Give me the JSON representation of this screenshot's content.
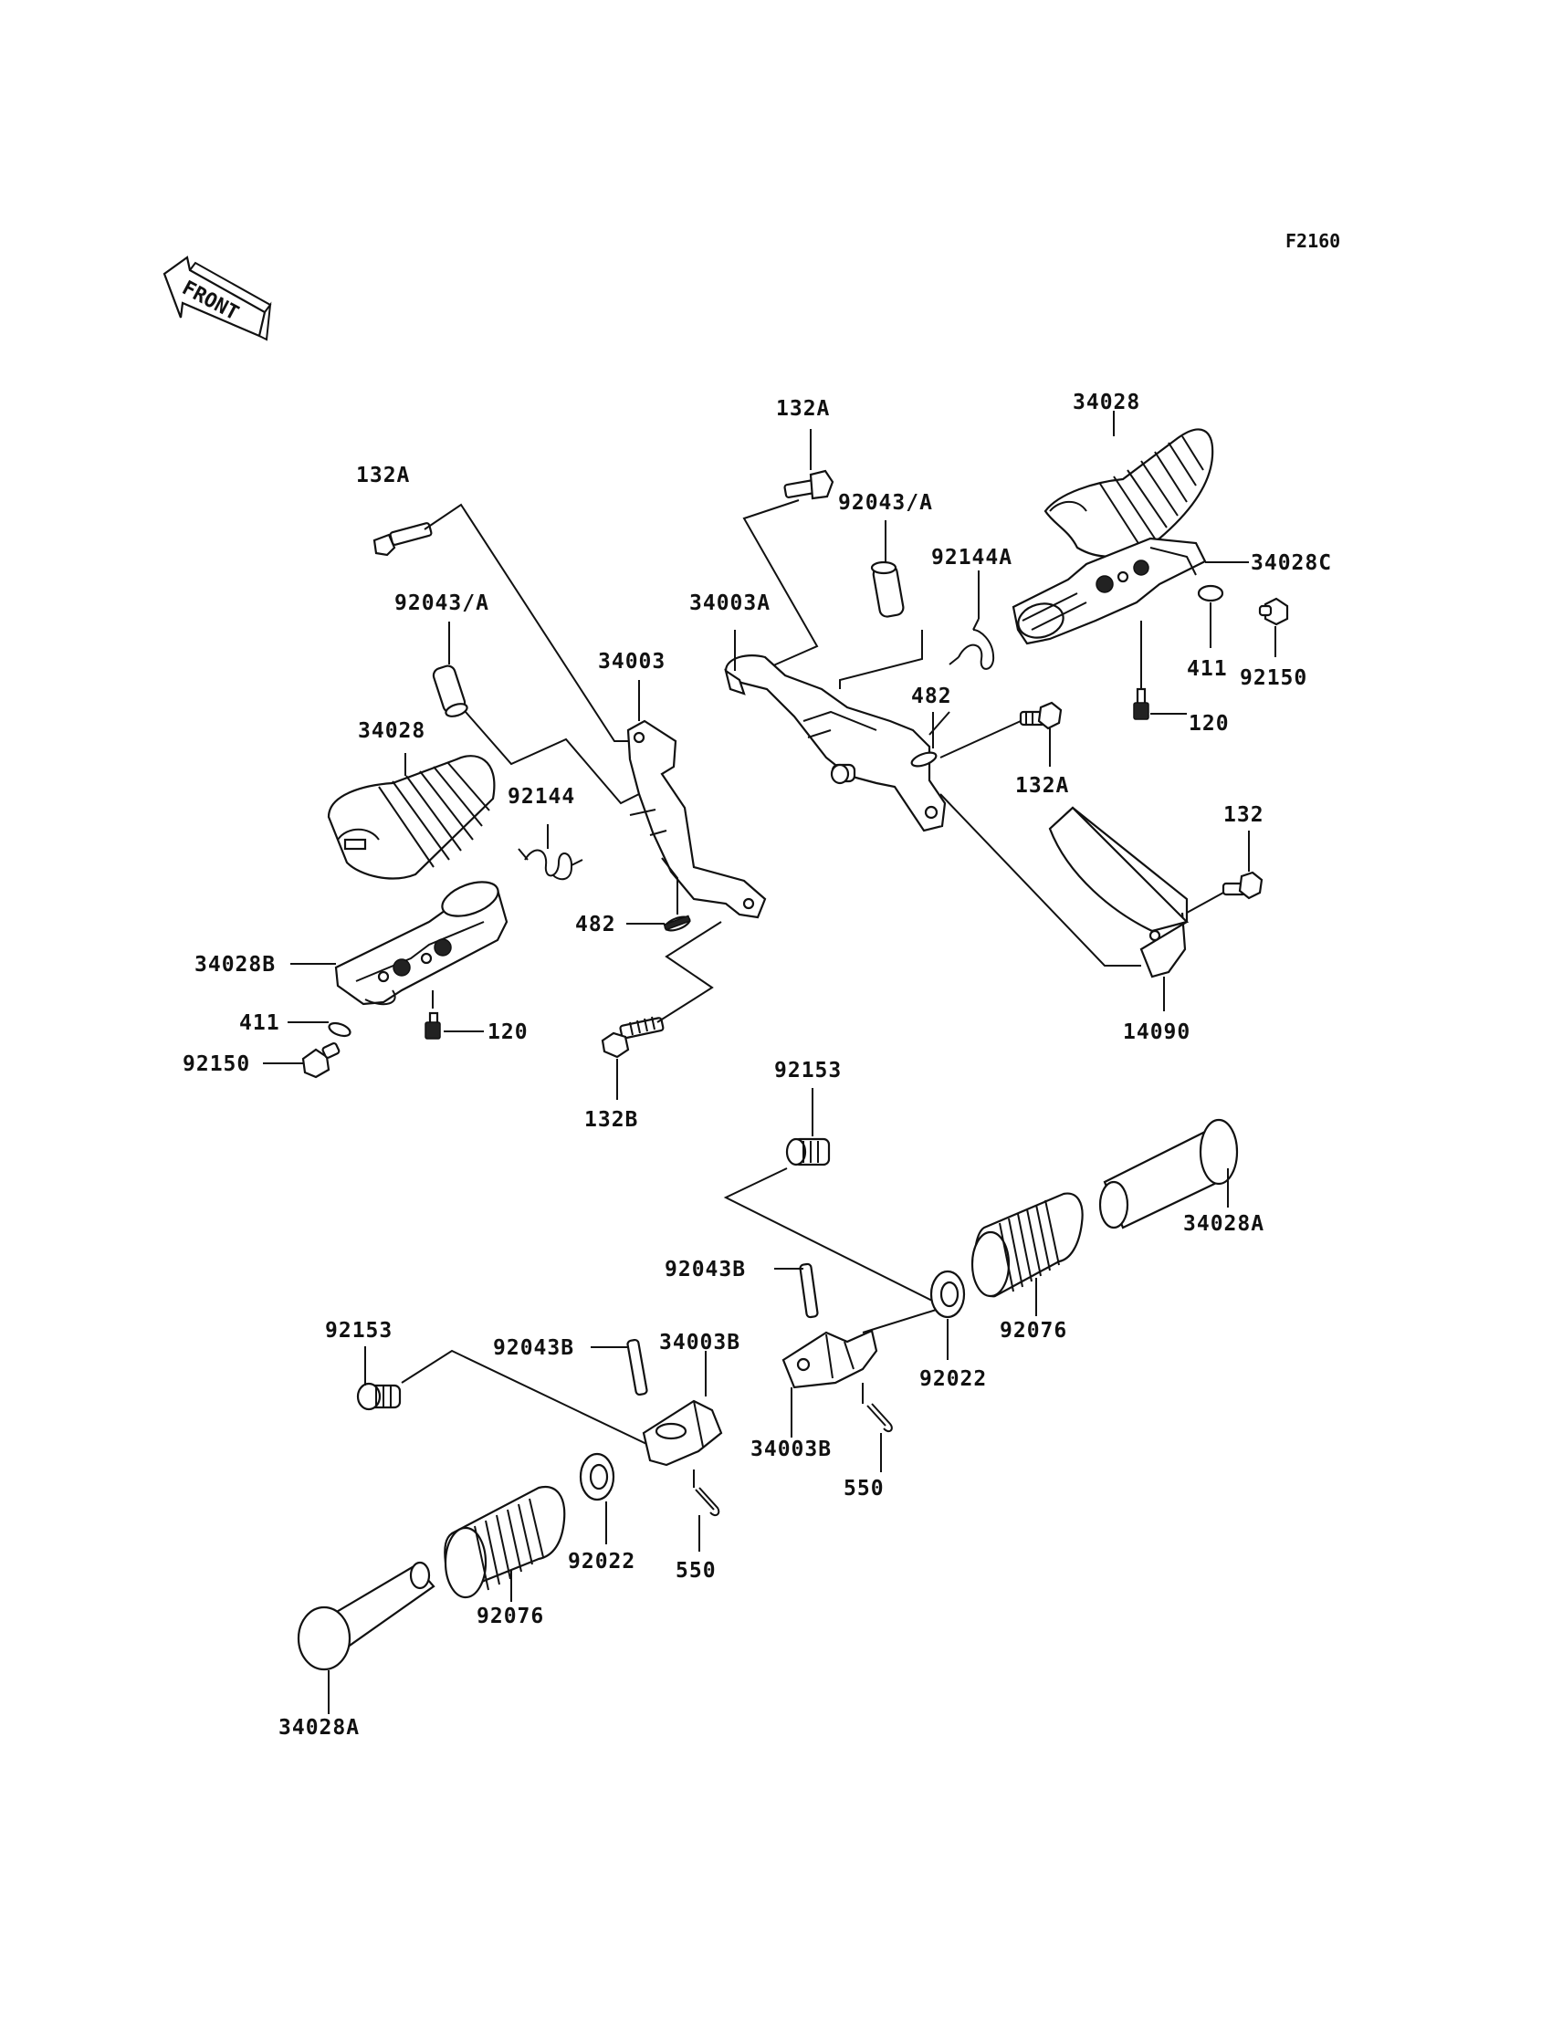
{
  "figure_code": "F2160",
  "front_indicator": "FRONT",
  "labels": {
    "l_132A_top_right": "132A",
    "l_34028_top_right": "34028",
    "l_132A_top_left": "132A",
    "l_92043A_right": "92043/A",
    "l_92144A": "92144A",
    "l_34028C": "34028C",
    "l_34003A": "34003A",
    "l_92043A_left": "92043/A",
    "l_34003": "34003",
    "l_411_right": "411",
    "l_92150_right": "92150",
    "l_482_right": "482",
    "l_120_right": "120",
    "l_34028_left": "34028",
    "l_92144": "92144",
    "l_132A_mid": "132A",
    "l_132": "132",
    "l_482_left": "482",
    "l_34028B": "34028B",
    "l_411_left": "411",
    "l_120_left": "120",
    "l_14090": "14090",
    "l_92150_left": "92150",
    "l_92153_top": "92153",
    "l_132B": "132B",
    "l_34028A_right": "34028A",
    "l_92043B_right": "92043B",
    "l_92153_left": "92153",
    "l_92043B_left": "92043B",
    "l_34003B_left": "34003B",
    "l_92076_right": "92076",
    "l_92022_right": "92022",
    "l_34003B_right": "34003B",
    "l_550_right": "550",
    "l_92022_left": "92022",
    "l_550_left": "550",
    "l_92076_left": "92076",
    "l_34028A_left": "34028A"
  }
}
